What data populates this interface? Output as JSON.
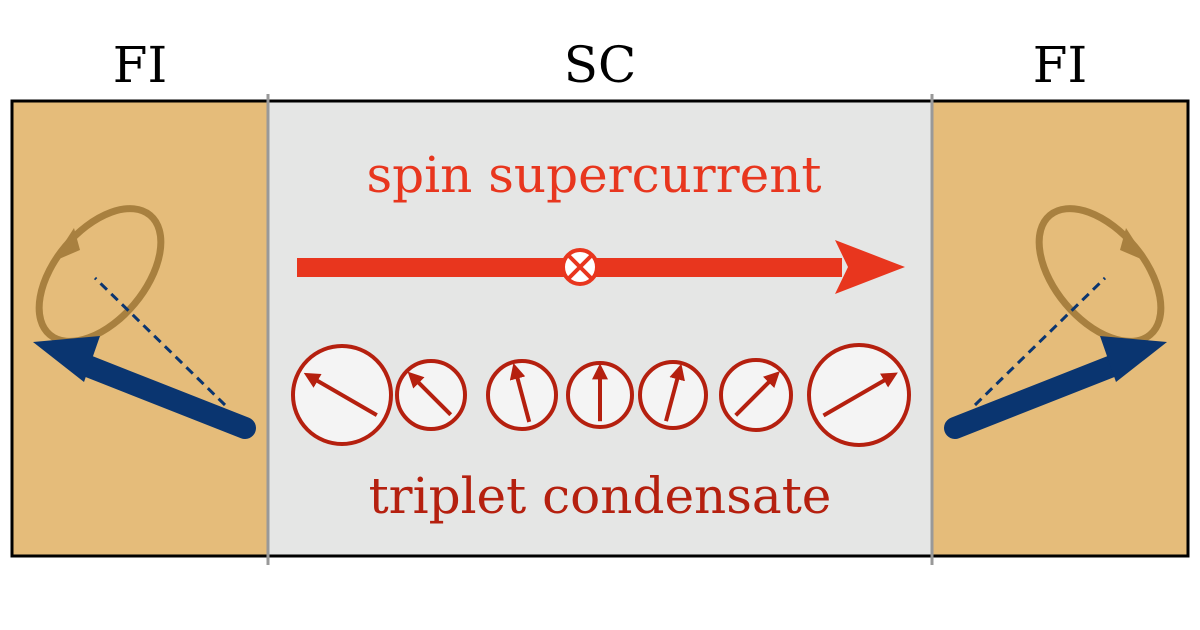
{
  "labels": {
    "left_region": "FI",
    "center_region": "SC",
    "right_region": "FI",
    "current_label": "spin supercurrent",
    "condensate_label": "triplet condensate"
  },
  "colors": {
    "fi_fill": "#E5BC7A",
    "sc_fill": "#E5E6E5",
    "current": "#E8361E",
    "condensate": "#B5200F",
    "magnetization": "#0A3570",
    "precession": "#A8803F"
  },
  "condensate_spin_angles_deg": [
    -60,
    -45,
    -15,
    0,
    15,
    45,
    60
  ]
}
